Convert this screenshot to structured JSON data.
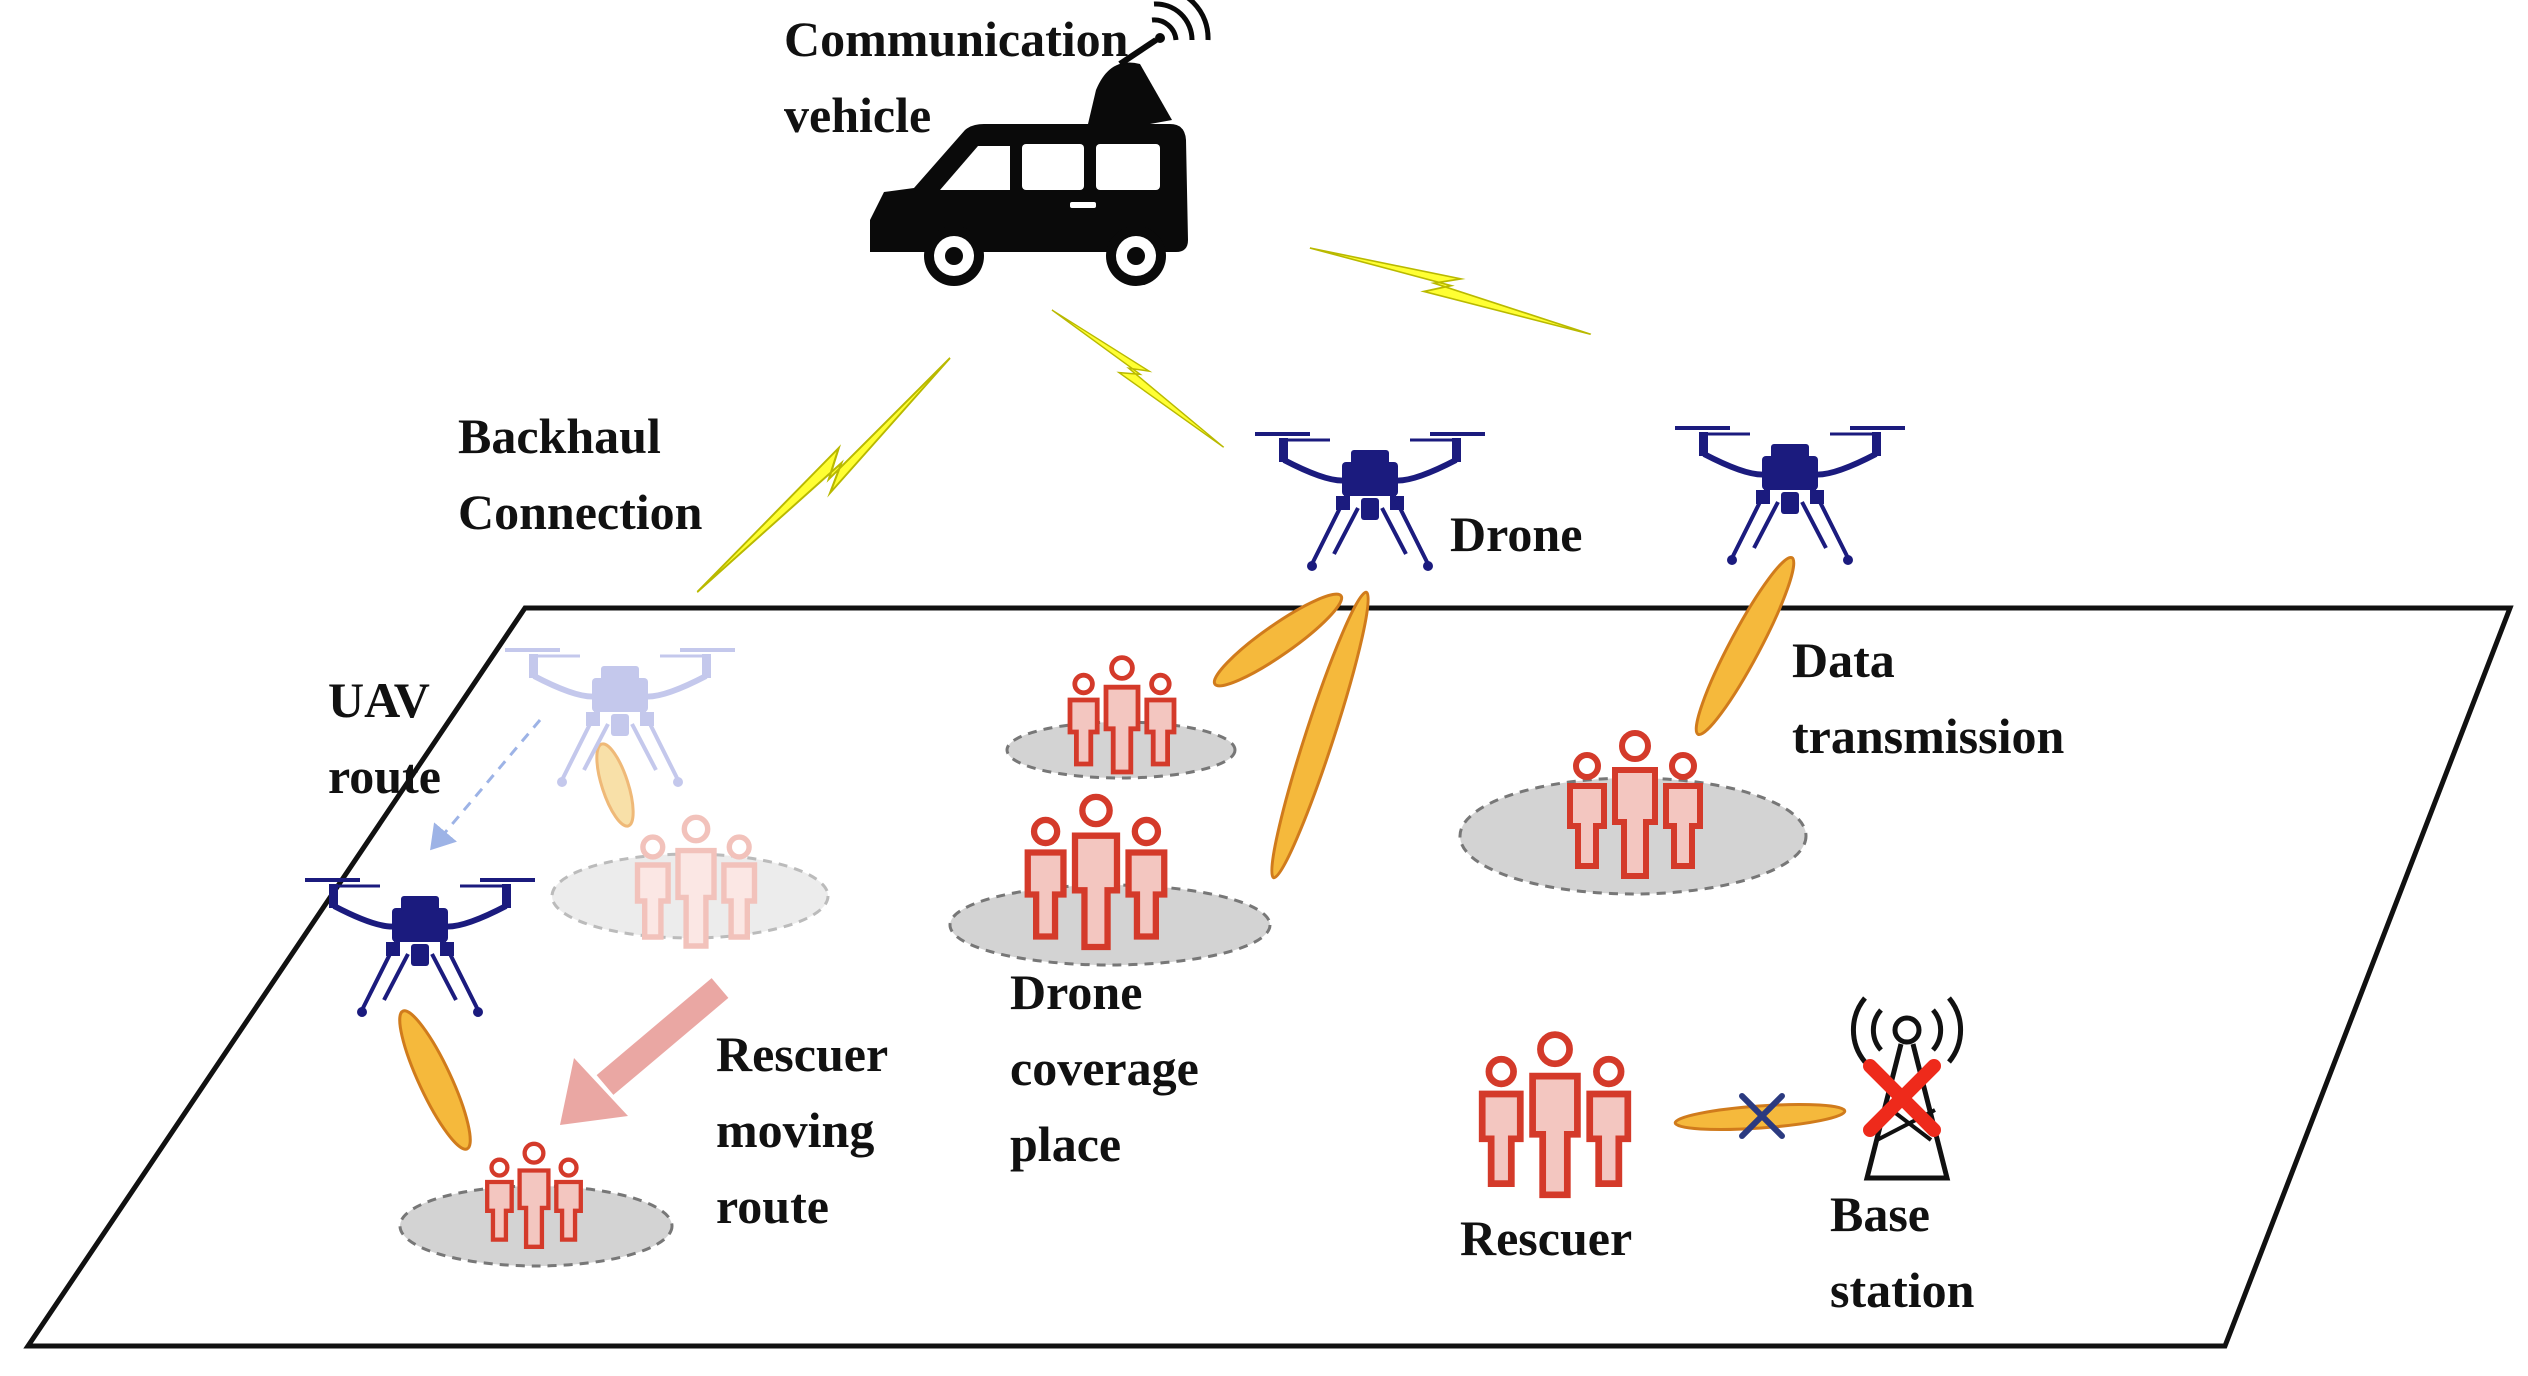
{
  "colors": {
    "ground_outline": "#111111",
    "drone": "#1b1b7e",
    "drone_faded": "#c4c8ec",
    "rescuer_stroke": "#d43a2a",
    "rescuer_fill": "#f3c6c0",
    "rescuer_faded_stroke": "#f2c2bb",
    "coverage_fill": "#d3d3d3",
    "coverage_stroke": "#777777",
    "beam_fill": "#f5b93c",
    "beam_stroke": "#d07b1c",
    "lightning_fill": "#ffff33",
    "lightning_stroke": "#b9b900",
    "route_arrow": "#9db3e6",
    "move_arrow": "#e48a85",
    "cross_red": "#ee2a1b",
    "cross_blue": "#2b3a80",
    "vehicle": "#0a0a0a"
  },
  "icons": {
    "vehicle": "van-with-satellite-antenna-icon",
    "drone": "quadcopter-drone-icon",
    "rescuer_group": "people-group-icon",
    "base_station": "radio-tower-icon",
    "link": "lightning-bolt-icon",
    "blocked": "cross-mark-icon"
  },
  "labels": {
    "communication_vehicle": [
      "Communication",
      "vehicle"
    ],
    "backhaul_connection": [
      "Backhaul",
      "Connection"
    ],
    "drone": [
      "Drone"
    ],
    "uav_route": [
      "UAV",
      "route"
    ],
    "data_transmission": [
      "Data",
      "transmission"
    ],
    "rescuer_moving_route": [
      "Rescuer",
      "moving",
      "route"
    ],
    "drone_coverage_place": [
      "Drone",
      "coverage",
      "place"
    ],
    "rescuer": [
      "Rescuer"
    ],
    "base_station": [
      "Base",
      "station"
    ]
  }
}
